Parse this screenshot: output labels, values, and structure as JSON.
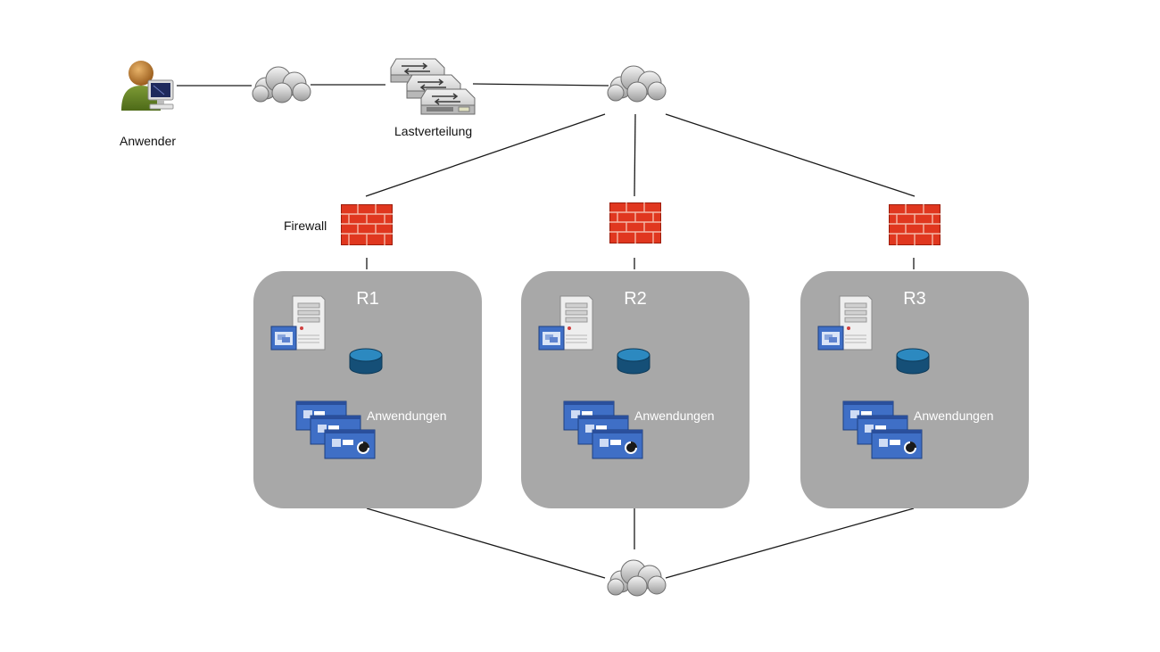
{
  "labels": {
    "user": "Anwender",
    "load_balancer": "Lastverteilung",
    "firewall": "Firewall"
  },
  "regions": [
    {
      "title": "R1",
      "apps_label": "Anwendungen"
    },
    {
      "title": "R2",
      "apps_label": "Anwendungen"
    },
    {
      "title": "R3",
      "apps_label": "Anwendungen"
    }
  ],
  "icons": [
    "user-icon",
    "cloud-icon",
    "switch-stack-icon",
    "firewall-icon",
    "server-icon",
    "database-icon",
    "application-windows-icon"
  ],
  "colors": {
    "region_bg": "#a8a8a8",
    "firewall": "#e0371f",
    "database": "#1c5f8a",
    "app_window": "#3f6fc6"
  }
}
